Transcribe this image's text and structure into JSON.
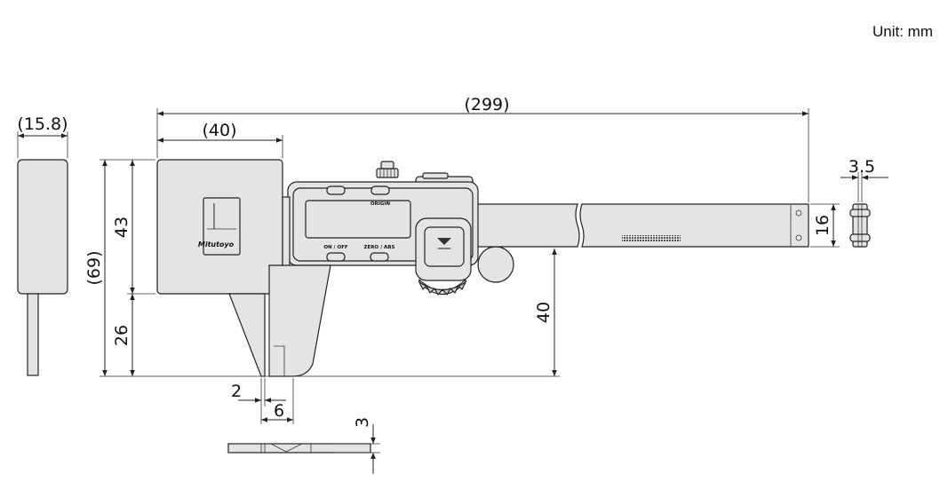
{
  "unit_label": "Unit: mm",
  "brand": "Mitutoyo",
  "buttons": {
    "origin": "ORIGIN",
    "on_off": "ON / OFF",
    "zero_abs": "ZERO / ABS"
  },
  "dimensions": {
    "overall_length": "(299)",
    "jaw_width": "(40)",
    "side_thickness": "(15.8)",
    "upper_height": "43",
    "lower_height": "26",
    "total_height": "(69)",
    "jaw_depth": "40",
    "beam_height": "16",
    "beam_thickness": "3.5",
    "tip_width": "2",
    "tip_width_2": "6",
    "tip_thickness": "3"
  }
}
